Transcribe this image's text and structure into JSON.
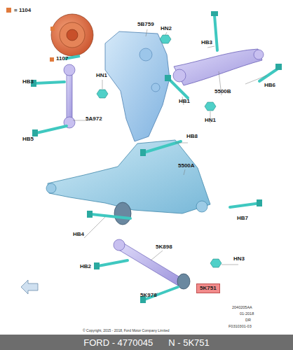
{
  "diagram": {
    "nodes": [
      {
        "text": [
          "5K751"
        ]
      },
      {
        "text": [
          "FORD - 4770045",
          "N - 5K751"
        ]
      }
    ],
    "labels": [
      "5B759",
      "HN2",
      "HB3",
      "1107",
      "HN1",
      "HB3",
      "HB6",
      "5500B",
      "HB1",
      "HN1",
      "5A972",
      "HB5",
      "HB8",
      "5500A",
      "HB7",
      "HB4",
      "5K898",
      "HB2",
      "HN3",
      "5K978",
      "2040205AA",
      "01-2018",
      "DR",
      "F0310301-03",
      "© Copyright, 2015 - 2018, Ford Motor Company Limited"
    ],
    "legend": [
      {
        "text": "= 1104",
        "color": "#e07a3c"
      }
    ]
  }
}
